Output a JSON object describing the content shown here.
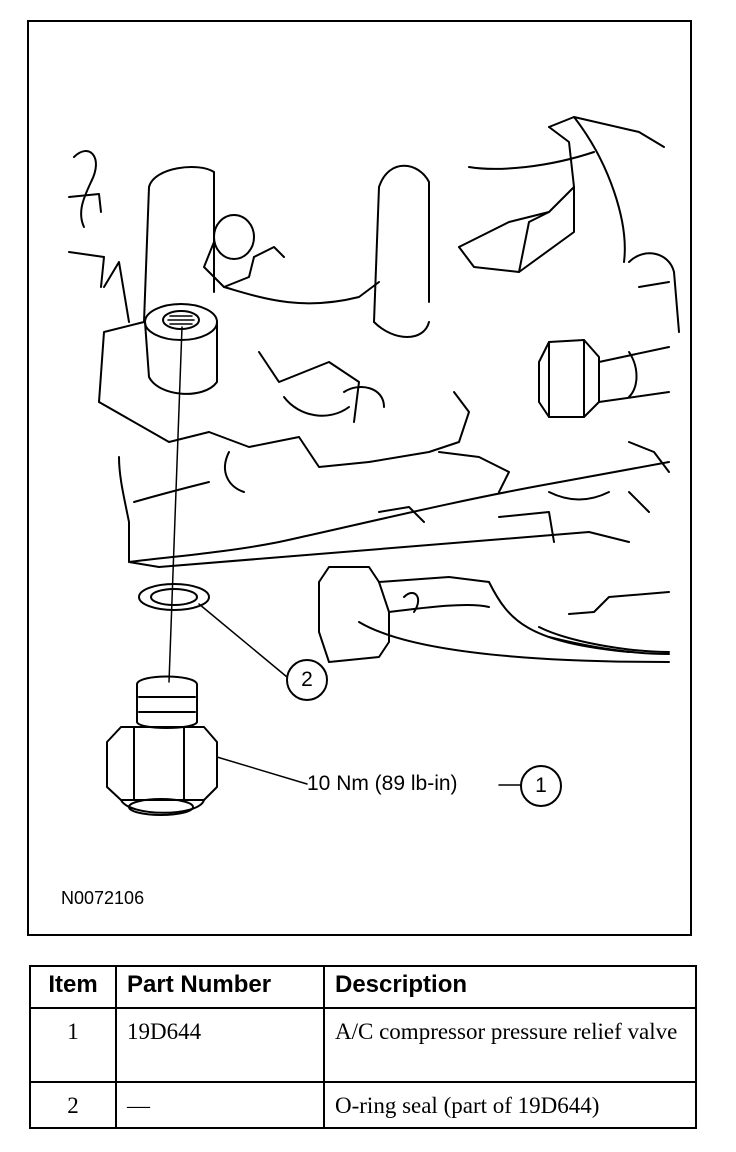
{
  "figure": {
    "torque_label": "10 Nm (89 lb-in)",
    "callouts": [
      "1",
      "2"
    ],
    "figure_id": "N0072106"
  },
  "table": {
    "headers": {
      "item": "Item",
      "part_number": "Part Number",
      "description": "Description"
    },
    "rows": [
      {
        "item": "1",
        "part_number": "19D644",
        "description": "A/C compressor pressure relief valve"
      },
      {
        "item": "2",
        "part_number": "—",
        "description": "O-ring seal (part of 19D644)"
      }
    ]
  }
}
